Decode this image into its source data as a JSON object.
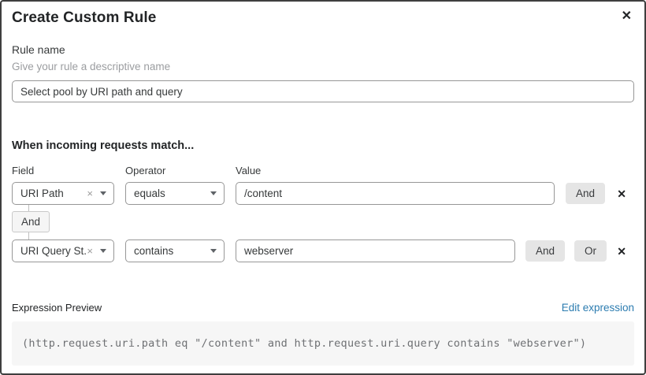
{
  "modal": {
    "title": "Create Custom Rule"
  },
  "icons": {
    "close": "✕",
    "clear": "×",
    "delete": "✕"
  },
  "rule_name": {
    "label": "Rule name",
    "helper": "Give your rule a descriptive name",
    "value": "Select pool by URI path and query"
  },
  "matcher": {
    "heading": "When incoming requests match...",
    "columns": {
      "field": "Field",
      "operator": "Operator",
      "value": "Value"
    },
    "connector_label": "And",
    "rows": [
      {
        "field": "URI Path",
        "operator": "equals",
        "value": "/content",
        "and_label": "And"
      },
      {
        "field": "URI Query St...",
        "operator": "contains",
        "value": "webserver",
        "and_label": "And",
        "or_label": "Or"
      }
    ]
  },
  "expression_preview": {
    "label": "Expression Preview",
    "edit_link": "Edit expression",
    "expression": "(http.request.uri.path eq \"/content\" and http.request.uri.query contains \"webserver\")"
  },
  "colors": {
    "link": "#2c7cb0",
    "button_bg": "#e5e5e5",
    "code_bg": "#f6f6f6",
    "input_border": "#979797",
    "modal_border": "#3e3e3e"
  }
}
